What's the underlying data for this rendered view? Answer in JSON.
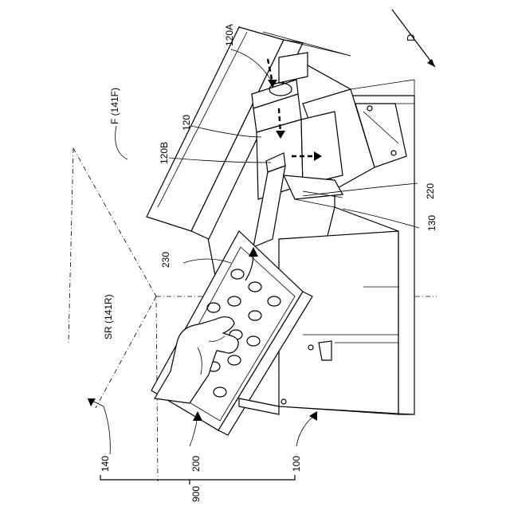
{
  "labels": {
    "ref_120A": "120A",
    "ref_120": "120",
    "ref_120B": "120B",
    "ref_F": "F (141F)",
    "ref_SR": "SR (141R)",
    "ref_230": "230",
    "ref_220": "220",
    "ref_130": "130",
    "ref_140": "140",
    "ref_200": "200",
    "ref_100": "100",
    "ref_900": "900",
    "ref_D": "D"
  }
}
